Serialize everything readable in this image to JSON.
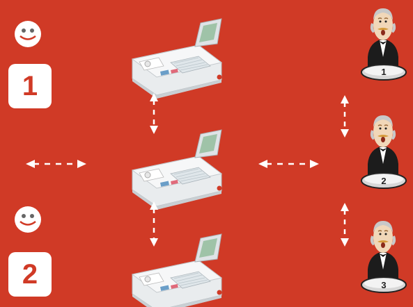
{
  "colors": {
    "background": "#d03a26",
    "number_text": "#d03a26",
    "arrow": "#ffffff"
  },
  "left_panel": {
    "customer_1": {
      "icon": "smiley-icon",
      "number": "1"
    },
    "customer_2": {
      "icon": "smiley-icon",
      "number": "2"
    }
  },
  "devices": [
    {
      "icon": "cash-register-icon"
    },
    {
      "icon": "cash-register-icon"
    },
    {
      "icon": "cash-register-icon"
    }
  ],
  "waiters": [
    {
      "icon": "waiter-icon",
      "tray_number": "1"
    },
    {
      "icon": "waiter-icon",
      "tray_number": "2"
    },
    {
      "icon": "waiter-icon",
      "tray_number": "3"
    }
  ],
  "arrows": [
    "double-arrow-horizontal",
    "double-arrow-vertical"
  ]
}
